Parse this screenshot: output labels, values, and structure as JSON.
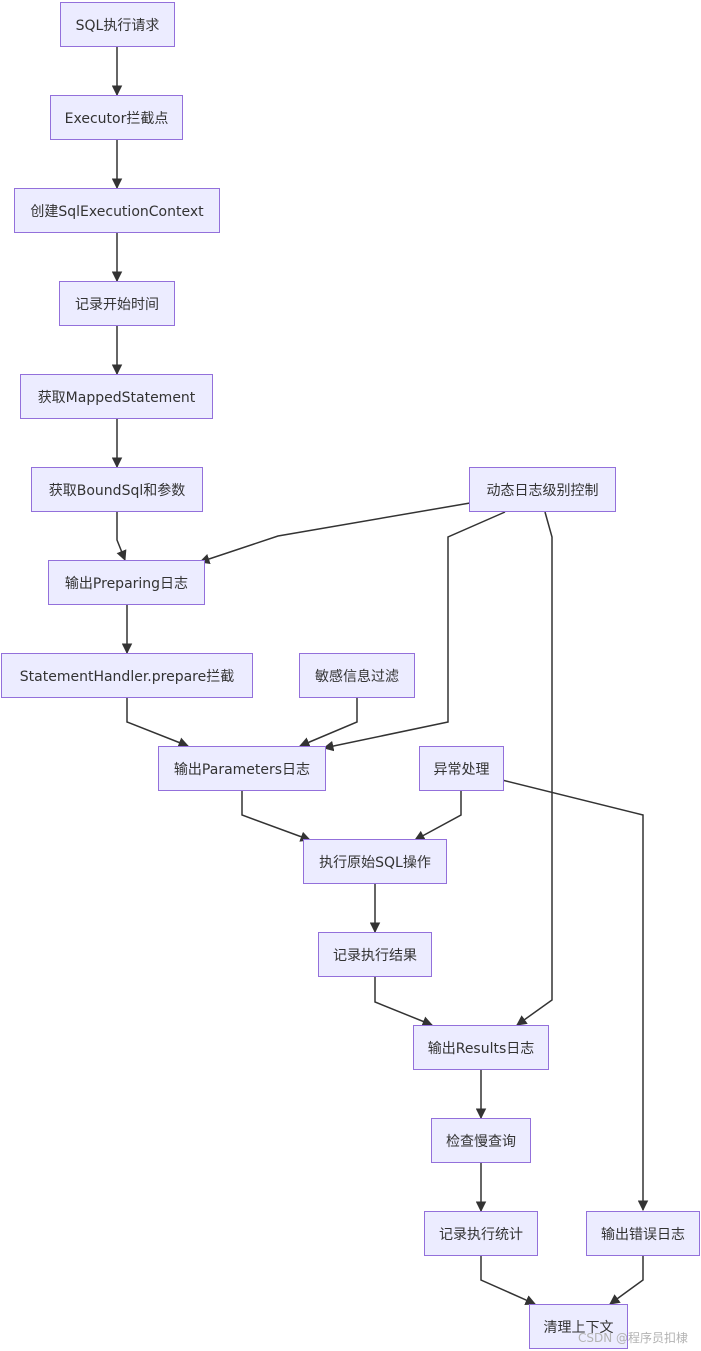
{
  "nodes": {
    "sql_request": "SQL执行请求",
    "executor_intercept": "Executor拦截点",
    "create_context": "创建SqlExecutionContext",
    "record_start_time": "记录开始时间",
    "get_mapped_statement": "获取MappedStatement",
    "get_boundsql": "获取BoundSql和参数",
    "dynamic_log_level": "动态日志级别控制",
    "output_preparing_log": "输出Preparing日志",
    "statementhandler_prepare": "StatementHandler.prepare拦截",
    "sensitive_filter": "敏感信息过滤",
    "output_parameters_log": "输出Parameters日志",
    "exception_handling": "异常处理",
    "execute_sql": "执行原始SQL操作",
    "record_result": "记录执行结果",
    "output_results_log": "输出Results日志",
    "check_slow_query": "检查慢查询",
    "record_statistics": "记录执行统计",
    "output_error_log": "输出错误日志",
    "clean_context": "清理上下文"
  },
  "watermark": "CSDN @程序员扣棣",
  "colors": {
    "node_fill": "#ececff",
    "node_border": "#9370db",
    "edge": "#333333",
    "text": "#333333"
  },
  "edges": [
    [
      "sql_request",
      "executor_intercept"
    ],
    [
      "executor_intercept",
      "create_context"
    ],
    [
      "create_context",
      "record_start_time"
    ],
    [
      "record_start_time",
      "get_mapped_statement"
    ],
    [
      "get_mapped_statement",
      "get_boundsql"
    ],
    [
      "get_boundsql",
      "output_preparing_log"
    ],
    [
      "dynamic_log_level",
      "output_preparing_log"
    ],
    [
      "dynamic_log_level",
      "output_parameters_log"
    ],
    [
      "dynamic_log_level",
      "output_results_log"
    ],
    [
      "output_preparing_log",
      "statementhandler_prepare"
    ],
    [
      "statementhandler_prepare",
      "output_parameters_log"
    ],
    [
      "sensitive_filter",
      "output_parameters_log"
    ],
    [
      "output_parameters_log",
      "execute_sql"
    ],
    [
      "exception_handling",
      "execute_sql"
    ],
    [
      "exception_handling",
      "output_error_log"
    ],
    [
      "execute_sql",
      "record_result"
    ],
    [
      "record_result",
      "output_results_log"
    ],
    [
      "output_results_log",
      "check_slow_query"
    ],
    [
      "check_slow_query",
      "record_statistics"
    ],
    [
      "record_statistics",
      "clean_context"
    ],
    [
      "output_error_log",
      "clean_context"
    ]
  ]
}
